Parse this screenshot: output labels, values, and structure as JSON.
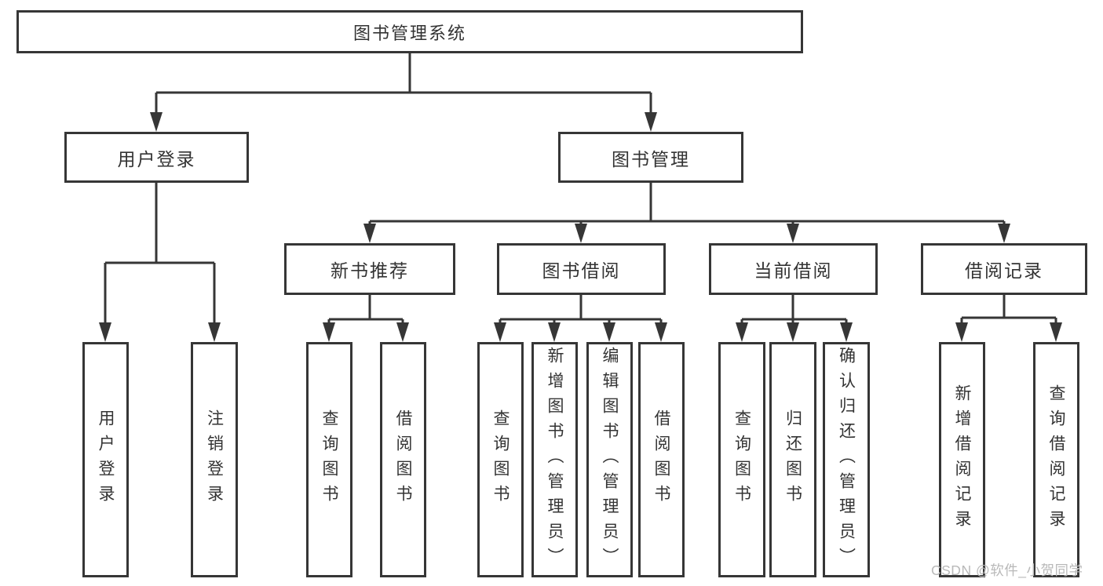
{
  "nodes": {
    "root": {
      "label": "图书管理系统"
    },
    "user_login": {
      "label": "用户登录"
    },
    "book_mgmt": {
      "label": "图书管理"
    },
    "new_rec": {
      "label": "新书推荐"
    },
    "book_borrow": {
      "label": "图书借阅"
    },
    "cur_borrow": {
      "label": "当前借阅"
    },
    "borrow_rec": {
      "label": "借阅记录"
    },
    "leaf_user_login": {
      "label": "用户登录"
    },
    "leaf_logout": {
      "label": "注销登录"
    },
    "leaf_nr_query": {
      "label": "查询图书"
    },
    "leaf_nr_borrow": {
      "label": "借阅图书"
    },
    "leaf_bb_query": {
      "label": "查询图书"
    },
    "leaf_bb_add": {
      "label": "新增图书（管理员）"
    },
    "leaf_bb_edit": {
      "label": "编辑图书（管理员）"
    },
    "leaf_bb_borrow": {
      "label": "借阅图书"
    },
    "leaf_cb_query": {
      "label": "查询图书"
    },
    "leaf_cb_return": {
      "label": "归还图书"
    },
    "leaf_cb_confirm": {
      "label": "确认归还（管理员）"
    },
    "leaf_br_add": {
      "label": "新增借阅记录"
    },
    "leaf_br_query": {
      "label": "查询借阅记录"
    }
  },
  "watermark": "CSDN @软件_小贺同学",
  "colors": {
    "line": "#363636",
    "text": "#333333",
    "box_bg": "#ffffff",
    "watermark": "#b9b9b9",
    "background": "#ffffff"
  }
}
